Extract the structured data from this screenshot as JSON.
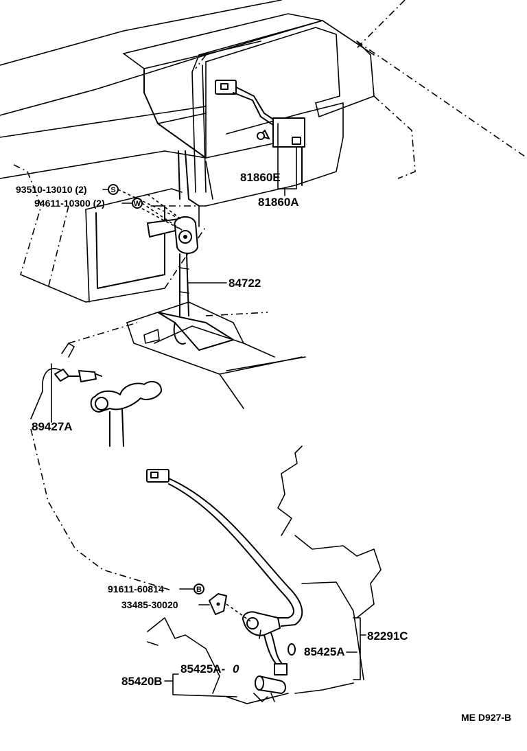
{
  "labels": {
    "p81860E": "81860E",
    "p81860A": "81860A",
    "p93510": "93510-13010 (2)",
    "p94611": "94611-10300 (2)",
    "p84722": "84722",
    "p89427A": "89427A",
    "p91611": "91611-60814",
    "p33485": "33485-30020",
    "p82291C": "82291C",
    "p85425A_ring": "85425A",
    "p85425A_o": "85425A-",
    "o_mark": "0",
    "p85420B": "85420B",
    "diagram_code": "ME D927-B"
  },
  "symbols": {
    "s_mark": "S",
    "w_mark": "W",
    "b_mark": "B"
  }
}
